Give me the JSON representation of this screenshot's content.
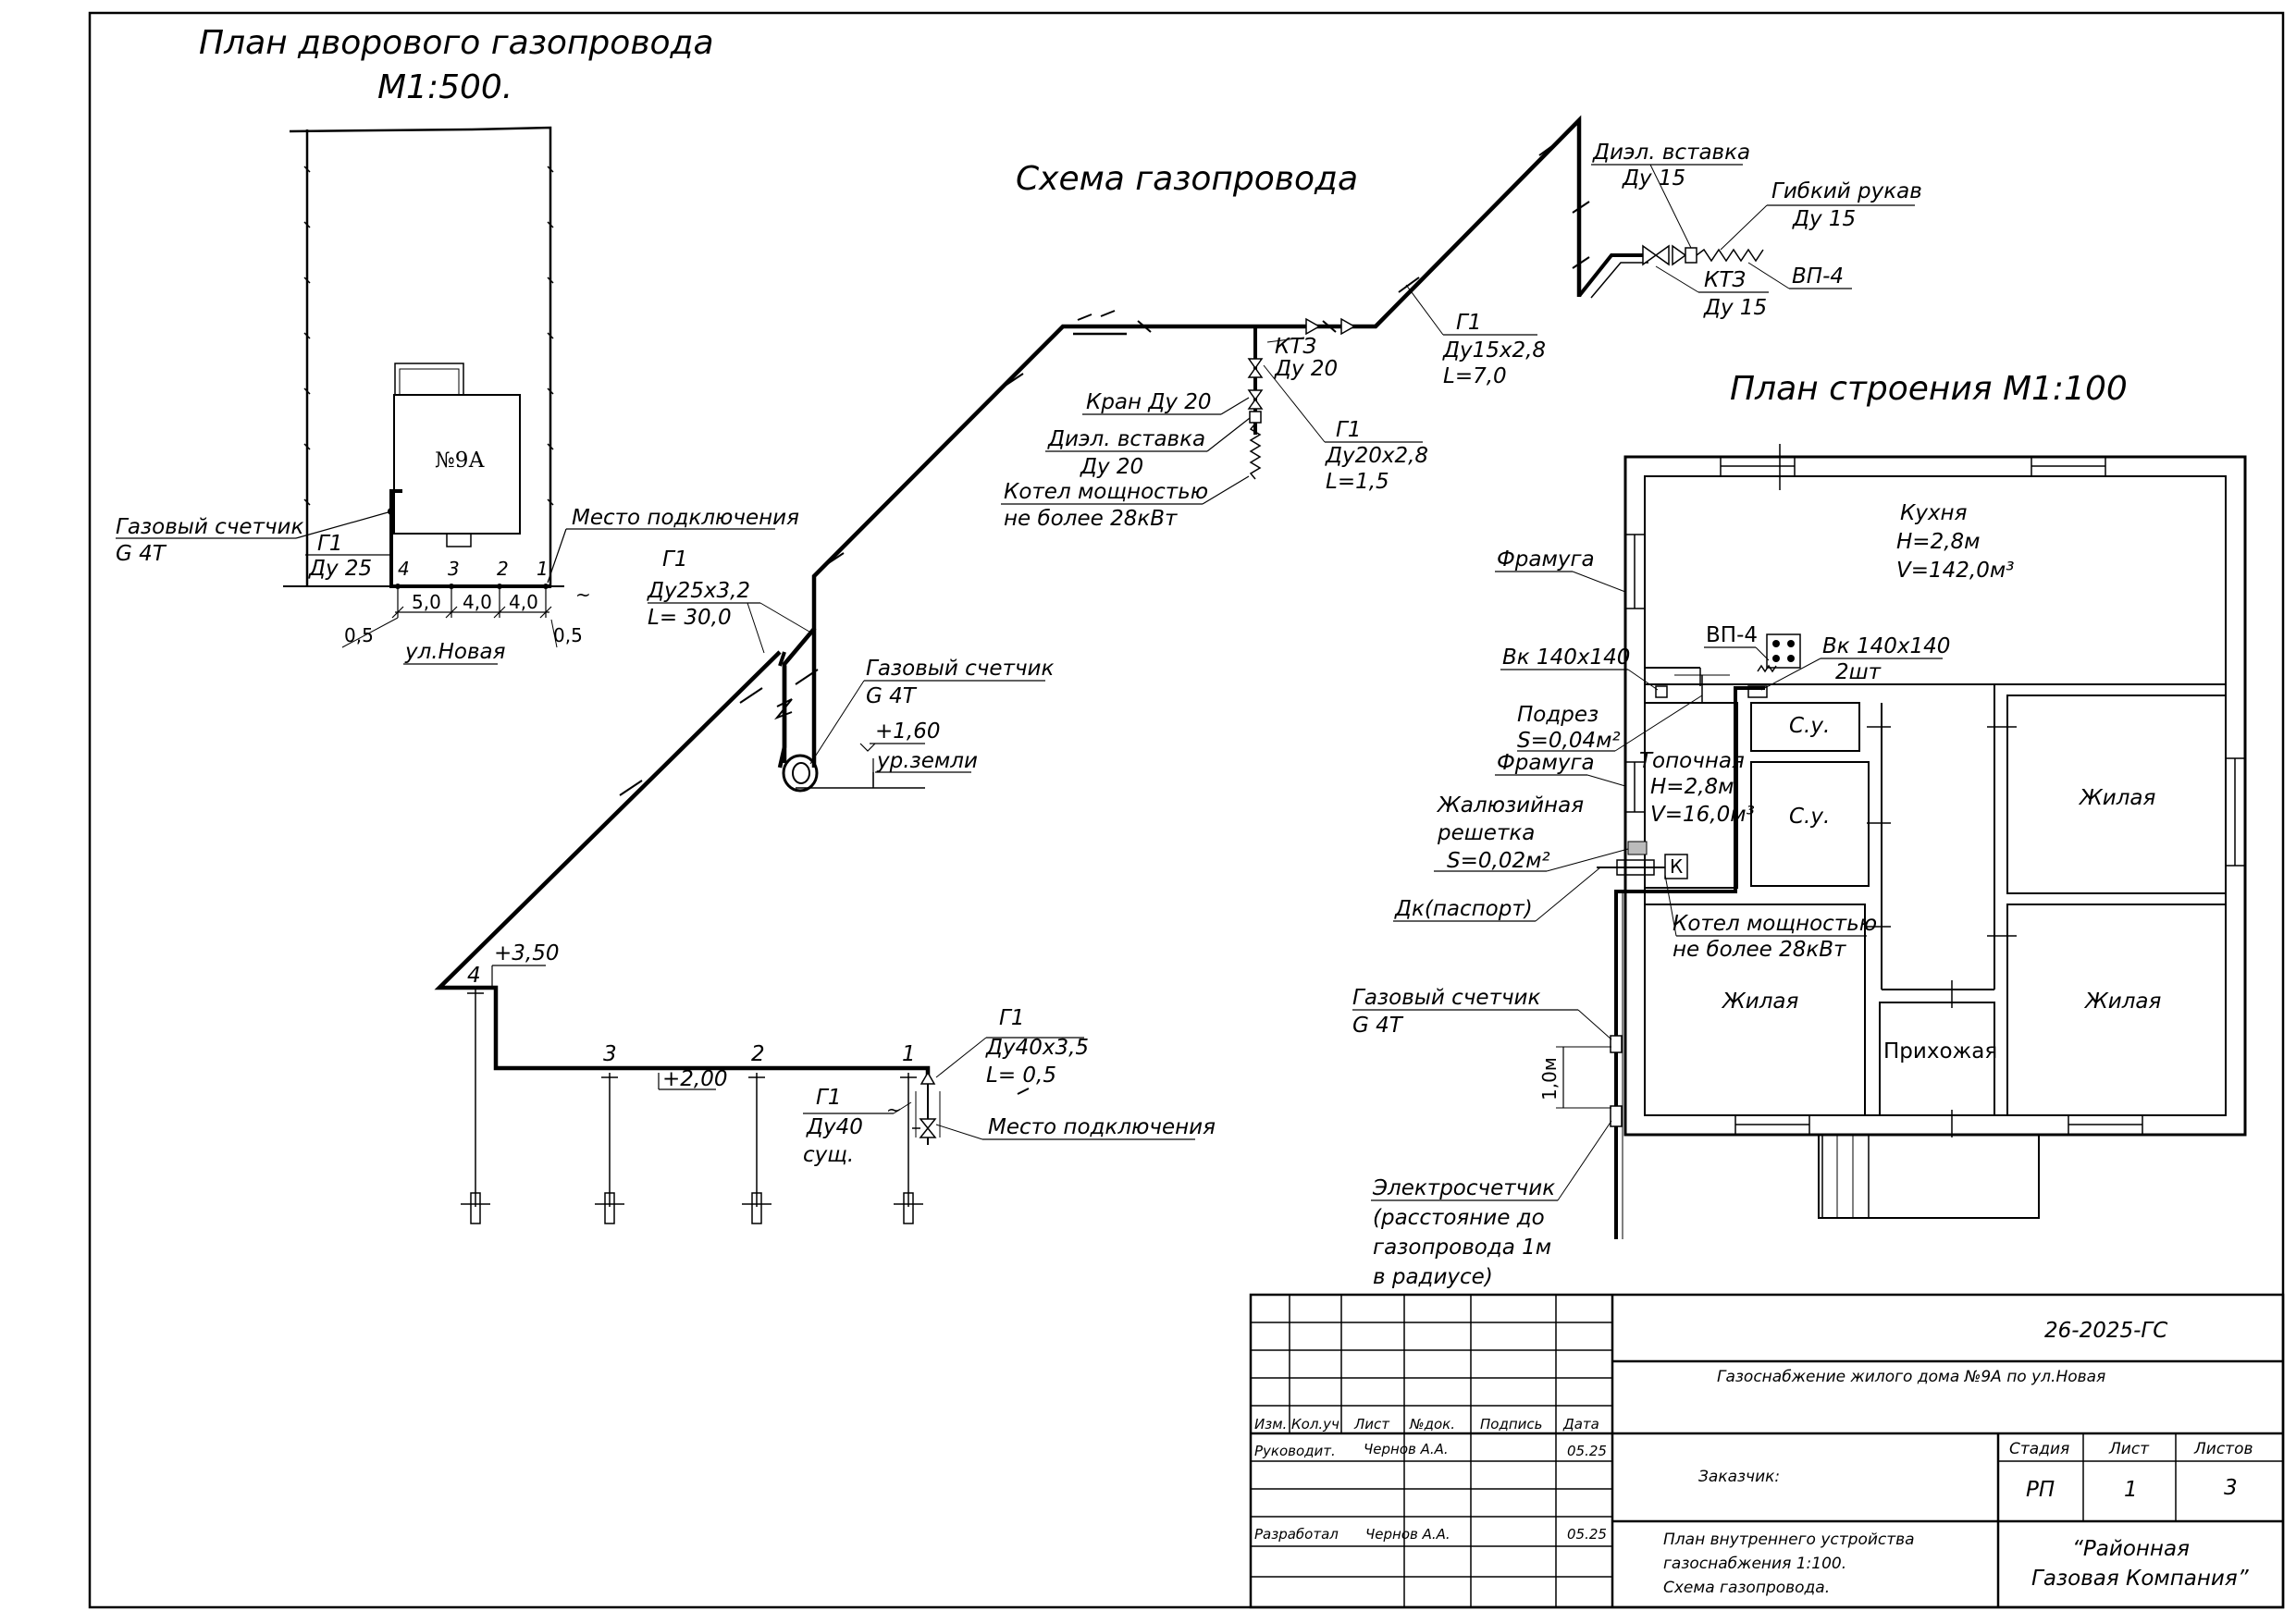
{
  "yard_plan": {
    "title_line1": "План дворового газопровода",
    "title_line2": "М1:500.",
    "house_label": "№9А",
    "meter_label": "Газовый счетчик",
    "meter_type": "G 4T",
    "pipe_g1": "Г1",
    "pipe_du": "Ду 25",
    "connection": "Место подключения",
    "points": [
      "4",
      "3",
      "2",
      "1"
    ],
    "dims": [
      "5,0",
      "4,0",
      "4,0"
    ],
    "side_dim_left": "0,5",
    "side_dim_right": "0,5",
    "street": "ул.Новая"
  },
  "scheme": {
    "title": "Схема газопровода",
    "dielectric_label": "Диэл. вставка",
    "dielectric_du": "Ду 15",
    "flex_label": "Гибкий рукав",
    "flex_du": "Ду 15",
    "vp4": "ВП-4",
    "ktz_label": "КТЗ",
    "ktz_du": "Ду 15",
    "seg_top_g1": "Г1",
    "seg_top_size": "Ду15х2,8",
    "seg_top_len": "L=7,0",
    "ktz20_label": "КТЗ",
    "ktz20_du": "Ду 20",
    "valve20": "Кран Ду 20",
    "dielectric20_label": "Диэл. вставка",
    "dielectric20_du": "Ду 20",
    "boiler_line1": "Котел мощностью",
    "boiler_line2": "не более 28кВт",
    "branch_g1": "Г1",
    "branch_size": "Ду20х2,8",
    "branch_len": "L=1,5",
    "main_g1": "Г1",
    "main_size": "Ду25х3,2",
    "main_len": "L= 30,0",
    "meter_label": "Газовый счетчик",
    "meter_type": "G 4T",
    "elev_meter": "+1,60",
    "ground": "ур.земли",
    "elev_corner": "+3,50",
    "corner_num": "4",
    "support_nums": [
      "3",
      "2",
      "1"
    ],
    "elev_low": "+2,00",
    "inlet_g1": "Г1",
    "inlet_size": "Ду40х3,5",
    "inlet_len": "L= 0,5",
    "exist_g1": "Г1",
    "exist_du": "Ду40",
    "exist_note": "сущ.",
    "connection": "Место подключения"
  },
  "building_plan": {
    "title": "План строения М1:100",
    "kitchen": "Кухня",
    "kitchen_h": "H=2,8м",
    "kitchen_v": "V=142,0м³",
    "framuga_top": "Фрамуга",
    "vp4": "ВП-4",
    "vk_left": "Вк 140х140",
    "vk_right": "Вк 140х140",
    "vk_right_qty": "2шт",
    "podrez": "Подрез",
    "podrez_s": "S=0,04м²",
    "framuga_mid": "Фрамуга",
    "topochnaya": "Топочная",
    "topochnaya_h": "H=2,8м",
    "topochnaya_v": "V=16,0м³",
    "grille_line1": "Жалюзийная",
    "grille_line2": "решетка",
    "grille_s": "S=0,02м²",
    "dk": "Дк(паспорт)",
    "boiler_line1": "Котел мощностью",
    "boiler_line2": "не более 28кВт",
    "boiler_mark": "К",
    "su1": "С.у.",
    "su2": "С.у.",
    "living1": "Жилая",
    "living2": "Жилая",
    "living3": "Жилая",
    "hall": "Прихожая",
    "meter_label": "Газовый счетчик",
    "meter_type": "G 4T",
    "dim_1m": "1,0м",
    "elec_line1": "Электросчетчик",
    "elec_line2": "(расстояние до",
    "elec_line3": "газопровода 1м",
    "elec_line4": "в радиусе)"
  },
  "title_block": {
    "code": "26-2025-ГС",
    "project": "Газоснабжение жилого дома №9А по ул.Новая",
    "col_headers": [
      "Изм.",
      "Кол.уч",
      "Лист",
      "№док.",
      "Подпись",
      "Дата"
    ],
    "row1_role": "Руководит.",
    "row1_name": "Чернов А.А.",
    "row1_date": "05.25",
    "row2_role": "Разработал",
    "row2_name": "Чернов А.А.",
    "row2_date": "05.25",
    "customer": "Заказчик:",
    "stage_h": "Стадия",
    "sheet_h": "Лист",
    "sheets_h": "Листов",
    "stage": "РП",
    "sheet": "1",
    "sheets": "3",
    "desc_line1": "План внутреннего устройства",
    "desc_line2": "газоснабжения 1:100.",
    "desc_line3": "Схема газопровода.",
    "company_line1": "“Районная",
    "company_line2": "Газовая Компания”"
  }
}
